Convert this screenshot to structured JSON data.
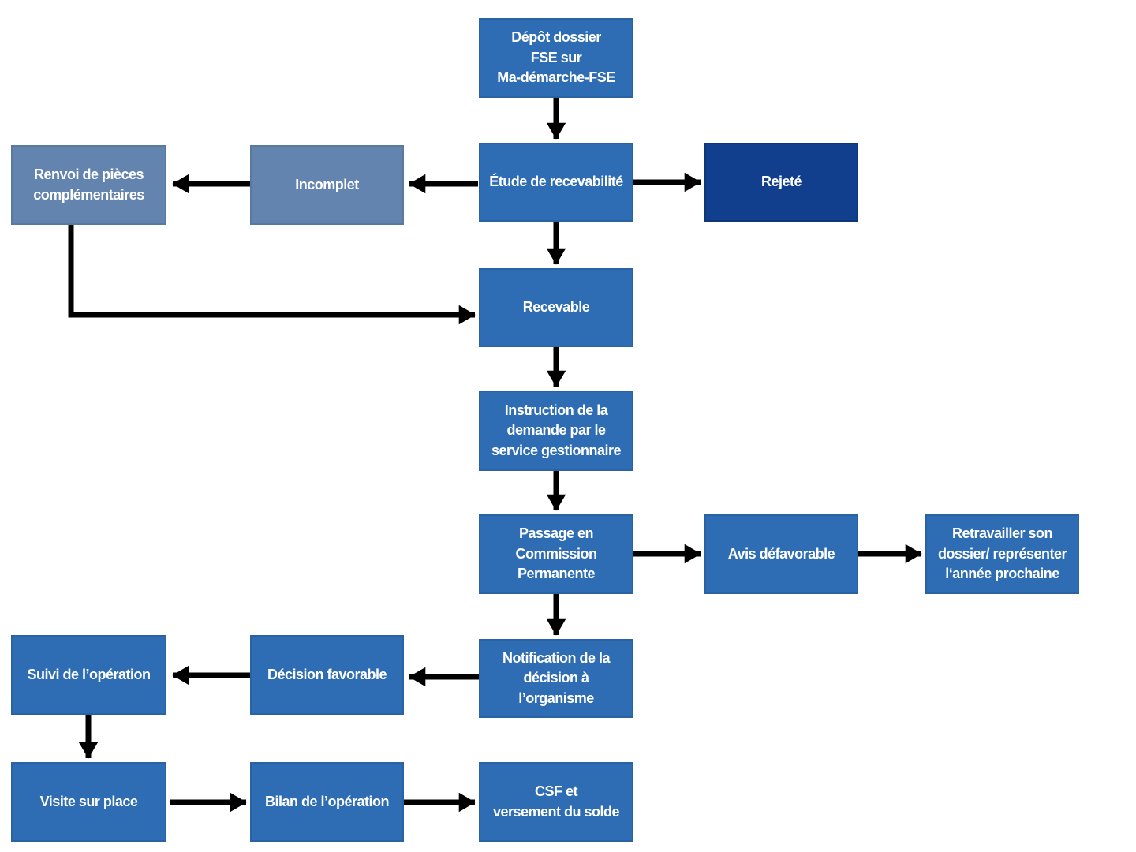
{
  "colors": {
    "background": "#ffffff",
    "arrow": "#000000",
    "node_blue": "#2e6db4",
    "node_blue_border": "#2a63a4",
    "node_light": "#6384af",
    "node_light_border": "#59799f",
    "node_dark": "#113f8d",
    "node_dark_border": "#0e3778"
  },
  "nodes": {
    "depot": {
      "label": "Dépôt dossier\nFSE sur\nMa-démarche-FSE"
    },
    "etude": {
      "label": "Étude de recevabilité"
    },
    "incomplet": {
      "label": "Incomplet"
    },
    "renvoi": {
      "label": "Renvoi de pièces\ncomplémentaires"
    },
    "rejete": {
      "label": "Rejeté"
    },
    "recevable": {
      "label": "Recevable"
    },
    "instruction": {
      "label": "Instruction de la\ndemande par le\nservice gestionnaire"
    },
    "passage": {
      "label": "Passage en\nCommission\nPermanente"
    },
    "avis_defavorable": {
      "label": "Avis défavorable"
    },
    "retravailler": {
      "label": "Retravailler son\ndossier/ représenter\nl‘année prochaine"
    },
    "notification": {
      "label": "Notification de la\ndécision à\nl’organisme"
    },
    "decision_favorable": {
      "label": "Décision favorable"
    },
    "suivi": {
      "label": "Suivi de l’opération"
    },
    "visite": {
      "label": "Visite sur place"
    },
    "bilan": {
      "label": "Bilan de l’opération"
    },
    "csf": {
      "label": "CSF et\nversement du solde"
    }
  }
}
